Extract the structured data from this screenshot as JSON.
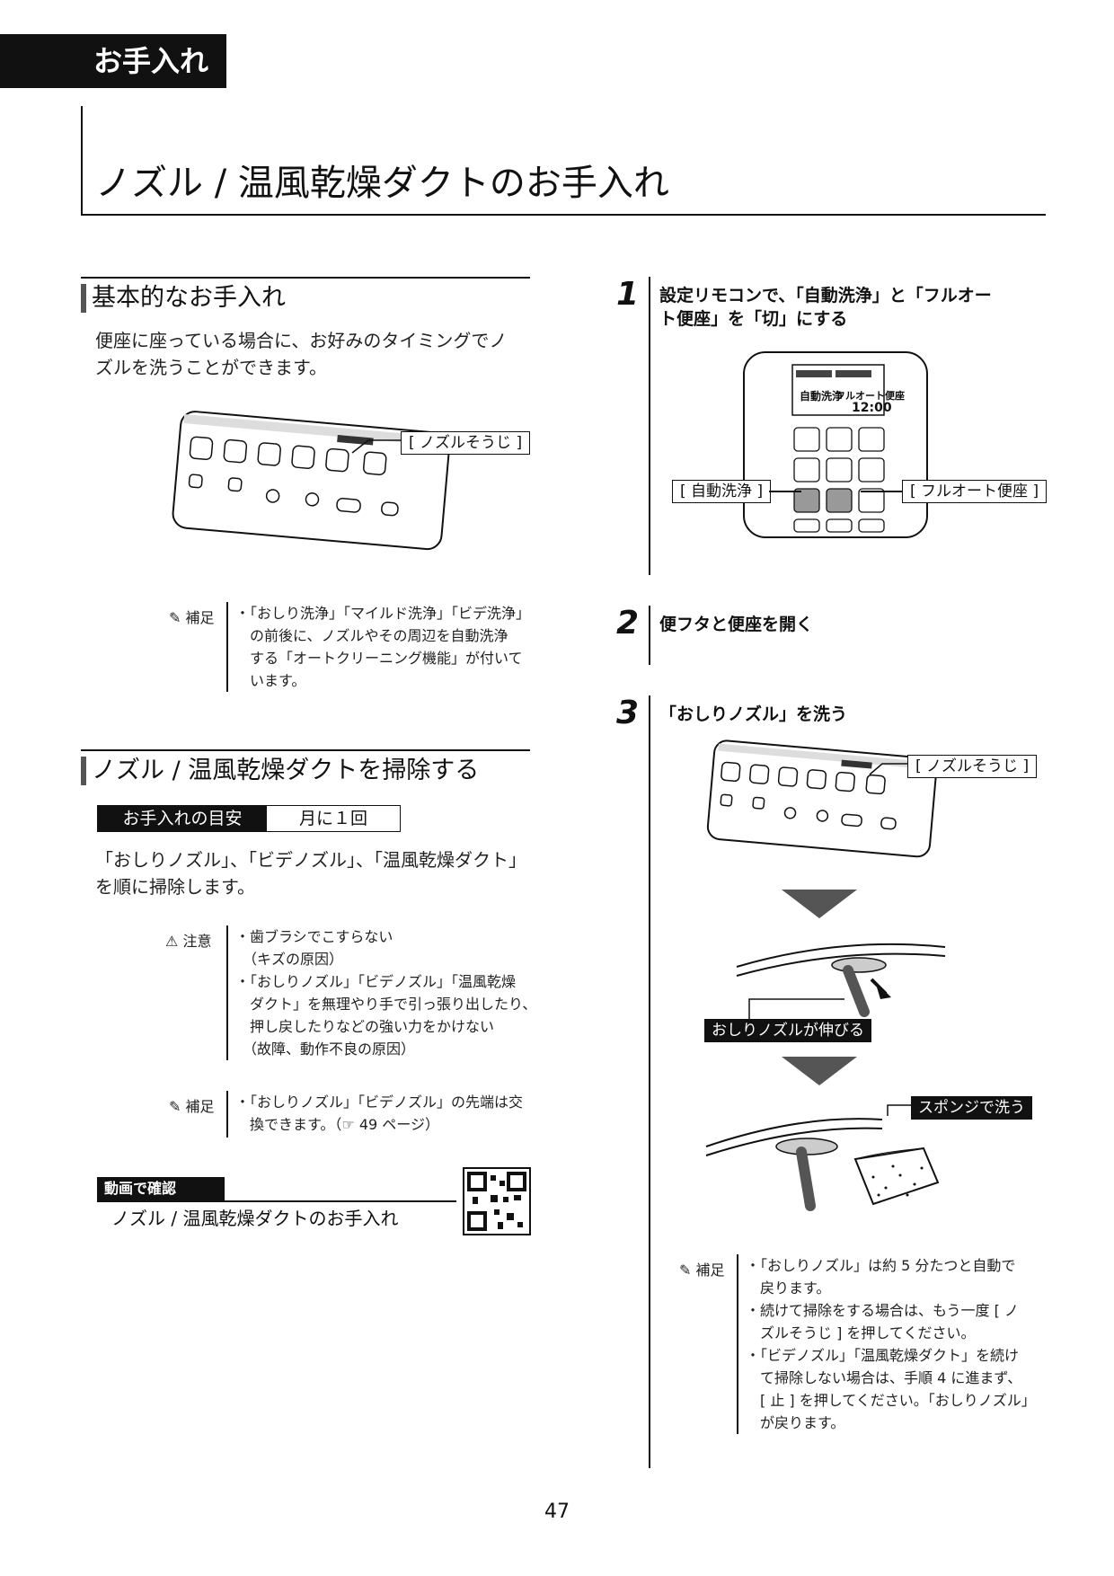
{
  "header": {
    "section_tab": "お手入れ",
    "page_title": "ノズル / 温風乾燥ダクトのお手入れ"
  },
  "basic": {
    "heading": "基本的なお手入れ",
    "body_lines": [
      "便座に座っている場合に、お好みのタイミングでノ",
      "ズルを洗うことができます。"
    ],
    "callout": "[ ノズルそうじ ]",
    "note_label": "補足",
    "note_lines": [
      "・「おしり洗浄」「マイルド洗浄」「ビデ洗浄」",
      "　の前後に、ノズルやその周辺を自動洗浄",
      "　する「オートクリーニング機能」が付いて",
      "　います。"
    ]
  },
  "cleaning": {
    "heading": "ノズル / 温風乾燥ダクトを掃除する",
    "guide_label": "お手入れの目安",
    "guide_value": "月に１回",
    "body_lines": [
      "「おしりノズル」、「ビデノズル」、「温風乾燥ダクト」",
      "を順に掃除します。"
    ],
    "caution_label": "注意",
    "caution_lines": [
      "・歯ブラシでこすらない",
      "　（キズの原因）",
      "・「おしりノズル」「ビデノズル」「温風乾燥",
      "　ダクト」を無理やり手で引っ張り出したり、",
      "　押し戻したりなどの強い力をかけない",
      "　（故障、動作不良の原因）"
    ],
    "note_label": "補足",
    "note_lines": [
      "・「おしりノズル」「ビデノズル」の先端は交",
      "　換できます。（☞ 49 ページ）"
    ]
  },
  "video": {
    "badge": "動画で確認",
    "title": "ノズル / 温風乾燥ダクトのお手入れ",
    "qr_icon": "qr-code-icon"
  },
  "steps": [
    {
      "num": "1",
      "lines": [
        "設定リモコンで、「自動洗浄」と「フルオー",
        "ト便座」を「切」にする"
      ]
    },
    {
      "num": "2",
      "lines": [
        "便フタと便座を開く"
      ]
    },
    {
      "num": "3",
      "lines": [
        "「おしりノズル」を洗う"
      ]
    }
  ],
  "step1_remote": {
    "display_left": "自動洗浄",
    "display_right": "フルオート便座",
    "display_clock": "12:00",
    "callout_auto": "[ 自動洗浄 ]",
    "callout_full": "[ フルオート便座 ]"
  },
  "step3": {
    "callout_nozzle": "[ ノズルそうじ ]",
    "label_extend": "おしりノズルが伸びる",
    "label_sponge": "スポンジで洗う",
    "note_label": "補足",
    "note_lines": [
      "・「おしりノズル」は約 5 分たつと自動で",
      "　戻ります。",
      "・続けて掃除をする場合は、もう一度 [ ノ",
      "　ズルそうじ ] を押してください。",
      "・「ビデノズル」「温風乾燥ダクト」を続け",
      "　て掃除しない場合は、手順 4 に進まず、",
      "　[ 止 ] を押してください。「おしりノズル」",
      "　が戻ります。"
    ]
  },
  "footer": {
    "page_number": "47"
  }
}
